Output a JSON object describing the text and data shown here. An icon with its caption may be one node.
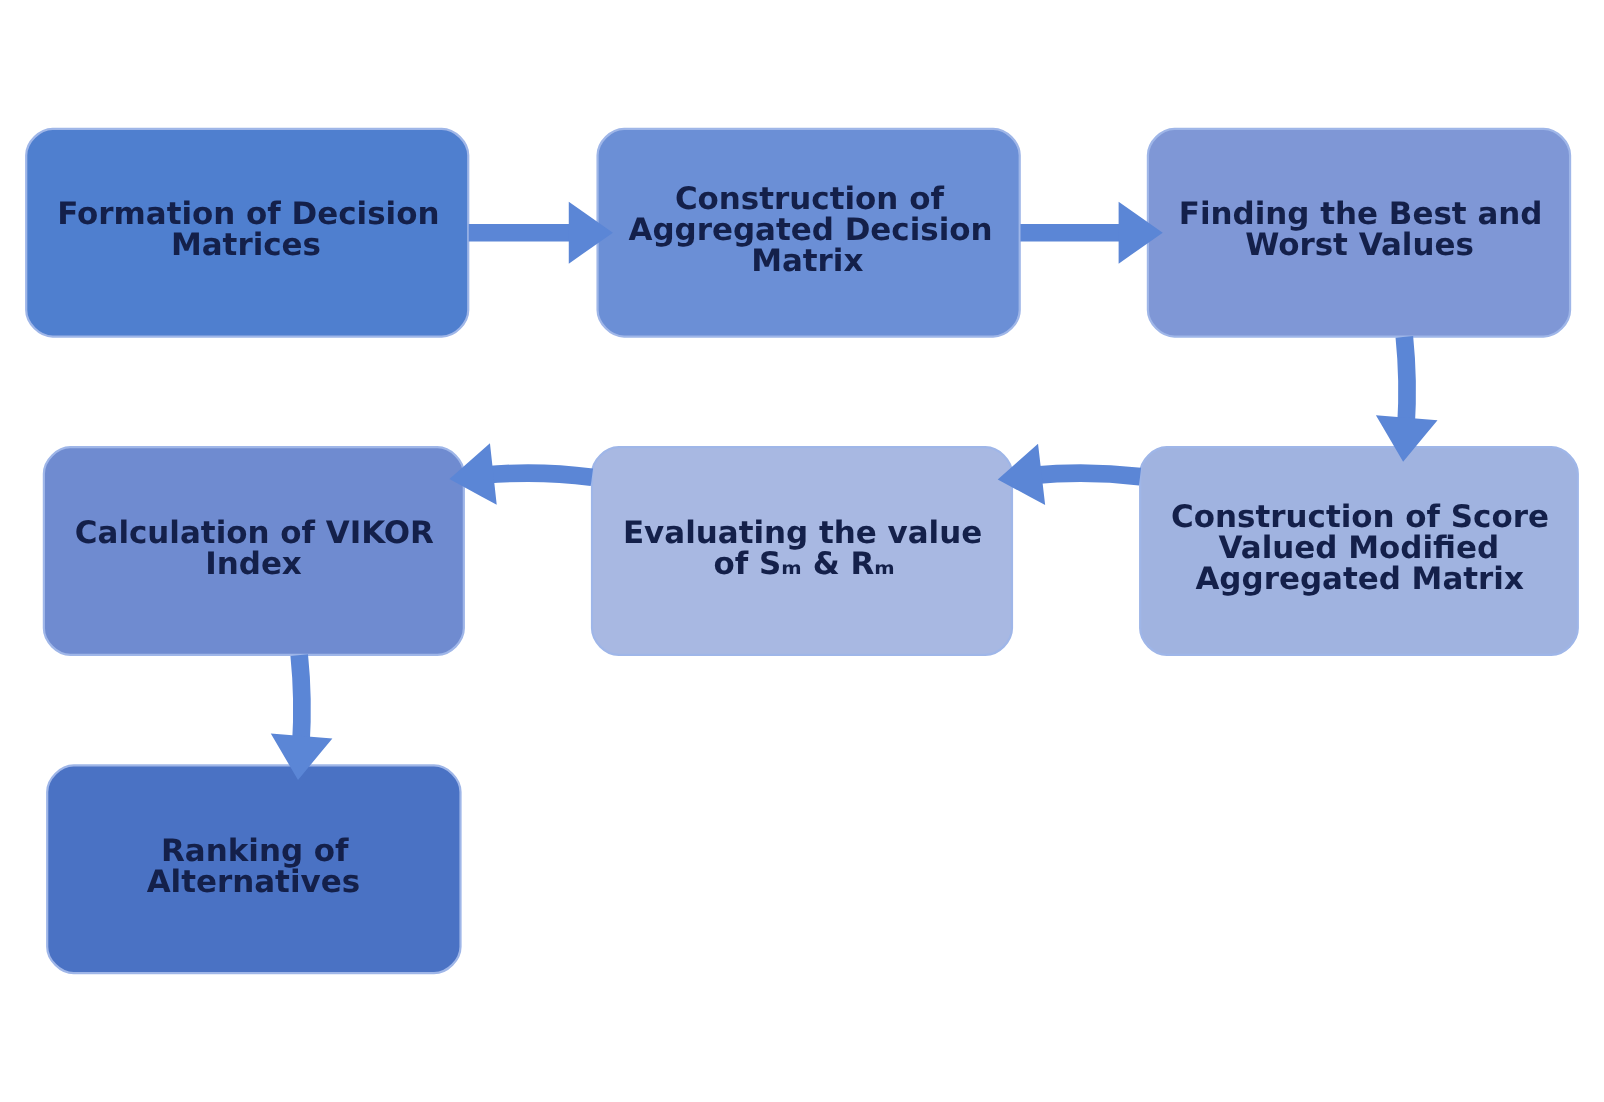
{
  "diagram": {
    "nodes": [
      {
        "text": [
          "Formation of Decision Matrices"
        ]
      },
      {
        "text": [
          "Construction of Aggregated Decision Matrix"
        ]
      },
      {
        "text": [
          "Finding the Best and Worst Values"
        ]
      },
      {
        "text": [
          "Calculation of VIKOR Index"
        ]
      },
      {
        "text": [
          "Evaluating the value of Sₘ & Rₘ"
        ]
      },
      {
        "text": [
          "Construction of Score Valued Modified Aggregated Matrix"
        ]
      },
      {
        "text": [
          "Ranking of Alternatives"
        ]
      }
    ],
    "edges": [
      {
        "from": 0,
        "to": 1,
        "arrow": "to"
      },
      {
        "from": 1,
        "to": 2,
        "arrow": "to"
      },
      {
        "from": 2,
        "to": 5,
        "arrow": "to"
      },
      {
        "from": 5,
        "to": 4,
        "arrow": "to"
      },
      {
        "from": 4,
        "to": 3,
        "arrow": "to"
      },
      {
        "from": 3,
        "to": 6,
        "arrow": "to"
      }
    ]
  }
}
